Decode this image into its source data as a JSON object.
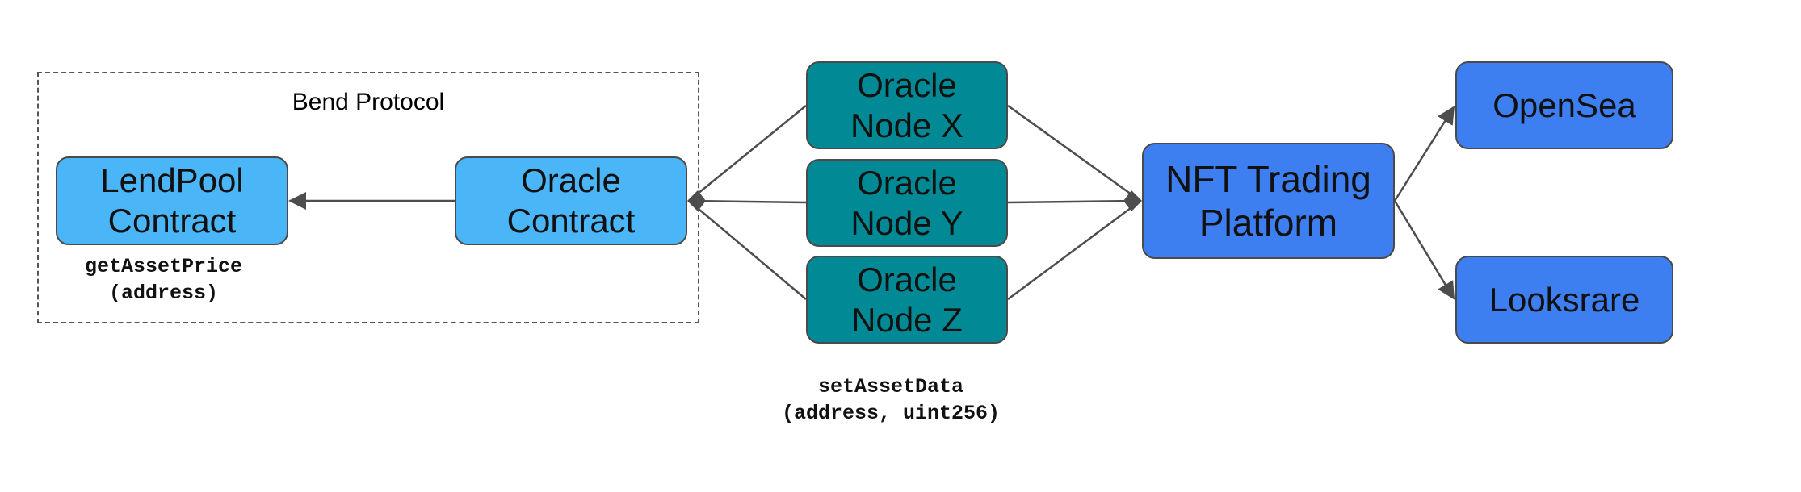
{
  "colors": {
    "light_blue": "#4ab5f7",
    "teal": "#018a95",
    "blue": "#3d7ef0",
    "edge": "#4d4d4d",
    "group_border": "#555555"
  },
  "group": {
    "label": "Bend Protocol"
  },
  "nodes": {
    "lendpool": {
      "label": "LendPool\nContract",
      "color": "#4ab5f7"
    },
    "oracle_contract": {
      "label": "Oracle\nContract",
      "color": "#4ab5f7"
    },
    "node_x": {
      "label": "Oracle\nNode X",
      "color": "#018a95"
    },
    "node_y": {
      "label": "Oracle\nNode Y",
      "color": "#018a95"
    },
    "node_z": {
      "label": "Oracle\nNode Z",
      "color": "#018a95"
    },
    "nft_platform": {
      "label": "NFT Trading\nPlatform",
      "color": "#3d7ef0"
    },
    "opensea": {
      "label": "OpenSea",
      "color": "#3d7ef0"
    },
    "looksrare": {
      "label": "Looksrare",
      "color": "#3d7ef0"
    }
  },
  "function_labels": {
    "get_asset_price": "getAssetPrice\n(address)",
    "set_asset_data": "setAssetData\n(address, uint256)"
  },
  "edges": [
    {
      "from": "oracle_contract",
      "to": "lendpool"
    },
    {
      "from": "node_x",
      "to": "oracle_contract"
    },
    {
      "from": "node_y",
      "to": "oracle_contract"
    },
    {
      "from": "node_z",
      "to": "oracle_contract"
    },
    {
      "from": "node_x",
      "to": "nft_platform"
    },
    {
      "from": "node_y",
      "to": "nft_platform"
    },
    {
      "from": "node_z",
      "to": "nft_platform"
    },
    {
      "from": "nft_platform",
      "to": "opensea"
    },
    {
      "from": "nft_platform",
      "to": "looksrare"
    }
  ]
}
